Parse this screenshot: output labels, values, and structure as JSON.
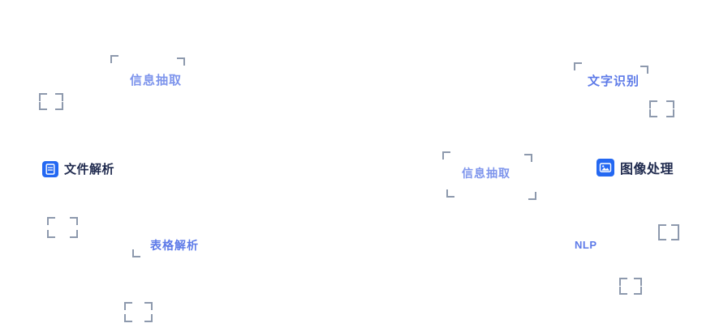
{
  "palette": {
    "background": "#ffffff",
    "tag_text": "#5d7ae8",
    "feature_text": "#1f2a4e",
    "icon_bg": "#2468f2",
    "corner_mark": "#8d99ad"
  },
  "floating_tags": [
    {
      "label": "信息抽取"
    },
    {
      "label": "文字识别"
    },
    {
      "label": "信息抽取"
    },
    {
      "label": "表格解析"
    },
    {
      "label": "NLP"
    }
  ],
  "features": [
    {
      "label": "文件解析",
      "icon": "document-parse-icon"
    },
    {
      "label": "图像处理",
      "icon": "image-process-icon"
    }
  ]
}
